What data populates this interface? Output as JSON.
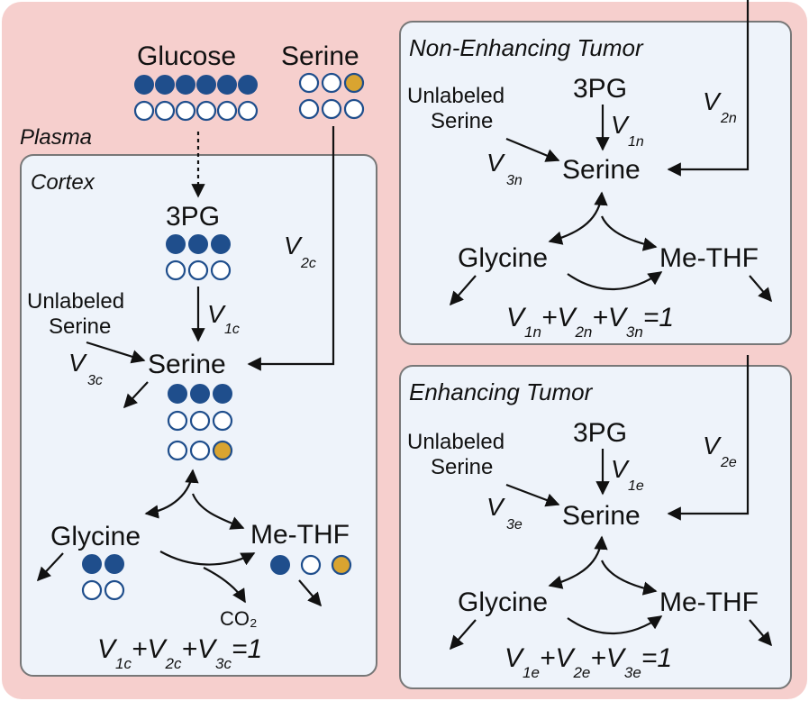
{
  "plasma": {
    "label": "Plasma",
    "glucose": "Glucose",
    "serine": "Serine"
  },
  "cortex": {
    "title": "Cortex",
    "pg": "3PG",
    "unlabeled_1": "Unlabeled",
    "unlabeled_2": "Serine",
    "serine": "Serine",
    "glycine": "Glycine",
    "methf": "Me-THF",
    "co2": "CO₂",
    "v1": "V",
    "v1_sub": "1c",
    "v2": "V",
    "v2_sub": "2c",
    "v3": "V",
    "v3_sub": "3c",
    "eq": {
      "a": "V",
      "a_sub": "1c",
      "plus1": "+V",
      "b_sub": "2c",
      "plus2": "+V",
      "c_sub": "3c",
      "end": "=1"
    }
  },
  "non_enhancing": {
    "title": "Non-Enhancing Tumor",
    "pg": "3PG",
    "unlabeled_1": "Unlabeled",
    "unlabeled_2": "Serine",
    "serine": "Serine",
    "glycine": "Glycine",
    "methf": "Me-THF",
    "v1": "V",
    "v1_sub": "1n",
    "v2": "V",
    "v2_sub": "2n",
    "v3": "V",
    "v3_sub": "3n",
    "eq": {
      "a": "V",
      "a_sub": "1n",
      "plus1": "+V",
      "b_sub": "2n",
      "plus2": "+V",
      "c_sub": "3n",
      "end": "=1"
    }
  },
  "enhancing": {
    "title": "Enhancing Tumor",
    "pg": "3PG",
    "unlabeled_1": "Unlabeled",
    "unlabeled_2": "Serine",
    "serine": "Serine",
    "glycine": "Glycine",
    "methf": "Me-THF",
    "v1": "V",
    "v1_sub": "1e",
    "v2": "V",
    "v2_sub": "2e",
    "v3": "V",
    "v3_sub": "3e",
    "eq": {
      "a": "V",
      "a_sub": "1e",
      "plus1": "+V",
      "b_sub": "2e",
      "plus2": "+V",
      "c_sub": "3e",
      "end": "=1"
    }
  },
  "colors": {
    "plasma_bg": "#f6cfcd",
    "panel_bg": "#eef3fa",
    "labeled": "#1f4e8c",
    "unlabeled": "#ffffff",
    "gold": "#d9a430"
  }
}
